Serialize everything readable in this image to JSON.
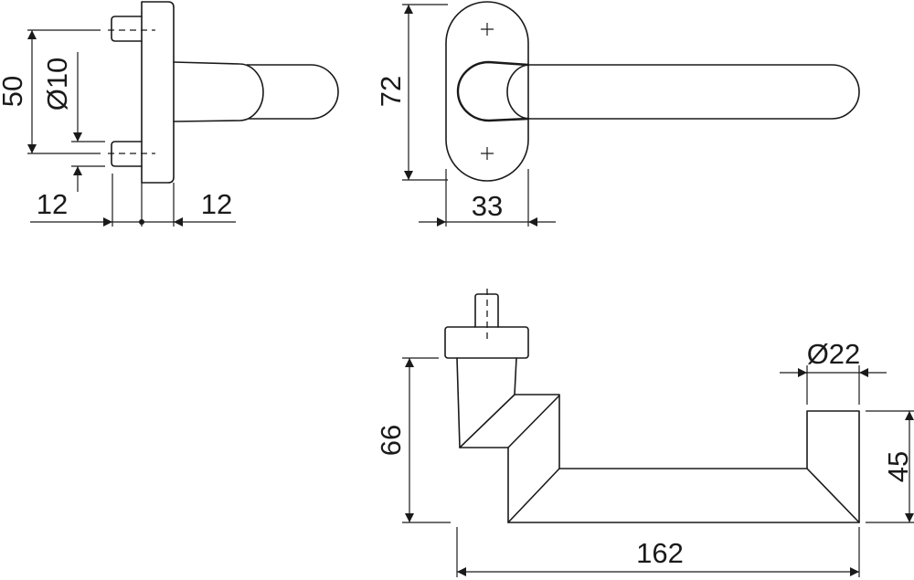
{
  "title": "Window handle technical drawing",
  "colors": {
    "line": "#1a1a1a",
    "background": "#ffffff"
  },
  "side_view": {
    "pin_spacing": "50",
    "pin_diameter": "Ø10",
    "pin_length": "12",
    "rose_thickness": "12"
  },
  "front_view": {
    "rose_height": "72",
    "rose_width": "33"
  },
  "top_view": {
    "height": "66",
    "lever_diameter": "Ø22",
    "lever_end_height": "45",
    "length": "162"
  }
}
